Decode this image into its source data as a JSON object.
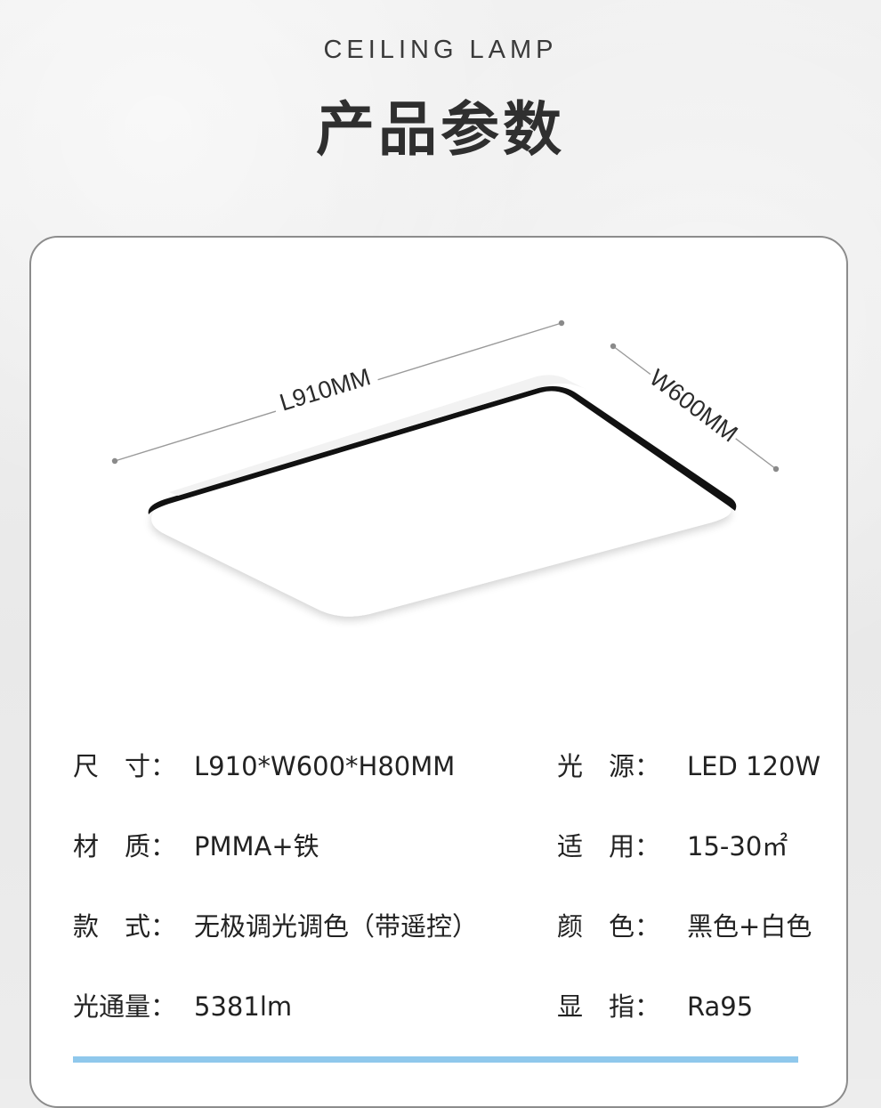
{
  "header": {
    "subtitle": "CEILING LAMP",
    "title": "产品参数"
  },
  "diagram": {
    "length_label": "L910MM",
    "width_label": "W600MM"
  },
  "specs": {
    "left": [
      {
        "label": "尺　寸：",
        "value": "L910*W600*H80MM"
      },
      {
        "label": "材　质：",
        "value": "PMMA+铁"
      },
      {
        "label": "款　式：",
        "value": "无极调光调色（带遥控）"
      },
      {
        "label": "光通量：",
        "value": "5381lm"
      }
    ],
    "right": [
      {
        "label": "光　源：",
        "value": "LED 120W"
      },
      {
        "label": "适　用：",
        "value": "15-30㎡"
      },
      {
        "label": "颜　色：",
        "value": "黑色+白色"
      },
      {
        "label": "显　指：",
        "value": "Ra95"
      }
    ]
  },
  "colors": {
    "accent_bar": "#8fc8ec",
    "lamp_frame": "#111111"
  }
}
